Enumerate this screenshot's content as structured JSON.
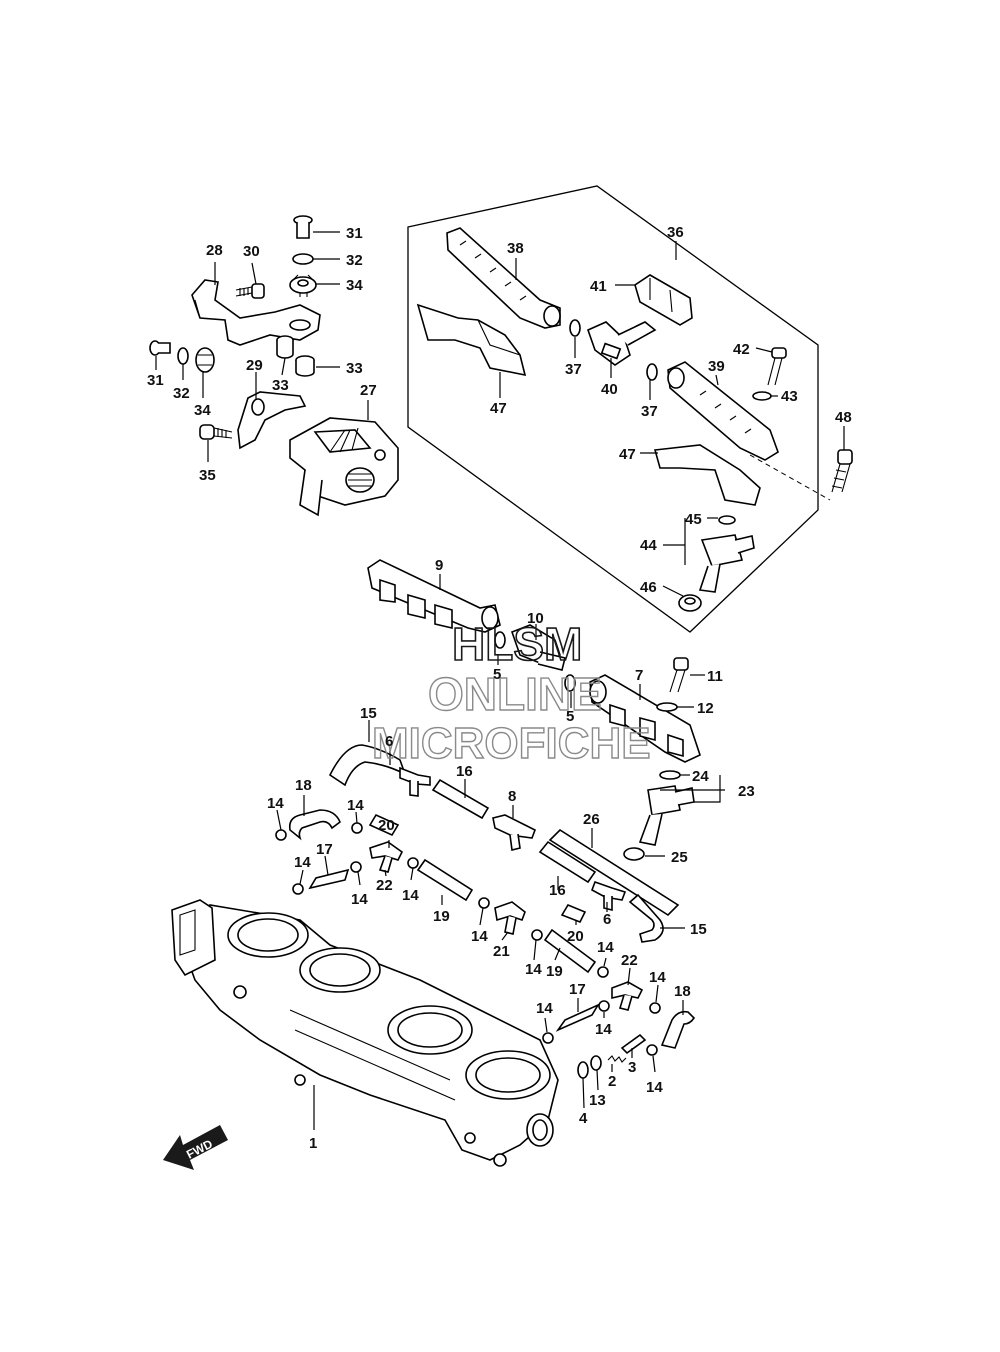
{
  "watermark": {
    "line1": "HLSM",
    "line2": "ONLINE",
    "line3": "MICROFICHE"
  },
  "fwd_label": "FWD",
  "part_labels": [
    {
      "id": "p31a",
      "text": "31"
    },
    {
      "id": "p32a",
      "text": "32"
    },
    {
      "id": "p34a",
      "text": "34"
    },
    {
      "id": "p28",
      "text": "28"
    },
    {
      "id": "p30",
      "text": "30"
    },
    {
      "id": "p31b",
      "text": "31"
    },
    {
      "id": "p32b",
      "text": "32"
    },
    {
      "id": "p34b",
      "text": "34"
    },
    {
      "id": "p29",
      "text": "29"
    },
    {
      "id": "p33a",
      "text": "33"
    },
    {
      "id": "p33b",
      "text": "33"
    },
    {
      "id": "p27",
      "text": "27"
    },
    {
      "id": "p35",
      "text": "35"
    },
    {
      "id": "p36",
      "text": "36"
    },
    {
      "id": "p38",
      "text": "38"
    },
    {
      "id": "p41",
      "text": "41"
    },
    {
      "id": "p42",
      "text": "42"
    },
    {
      "id": "p37a",
      "text": "37"
    },
    {
      "id": "p40",
      "text": "40"
    },
    {
      "id": "p39",
      "text": "39"
    },
    {
      "id": "p43",
      "text": "43"
    },
    {
      "id": "p47a",
      "text": "47"
    },
    {
      "id": "p37b",
      "text": "37"
    },
    {
      "id": "p47b",
      "text": "47"
    },
    {
      "id": "p48",
      "text": "48"
    },
    {
      "id": "p45",
      "text": "45"
    },
    {
      "id": "p44",
      "text": "44"
    },
    {
      "id": "p46",
      "text": "46"
    },
    {
      "id": "p9",
      "text": "9"
    },
    {
      "id": "p10",
      "text": "10"
    },
    {
      "id": "p5a",
      "text": "5"
    },
    {
      "id": "p5b",
      "text": "5"
    },
    {
      "id": "p7",
      "text": "7"
    },
    {
      "id": "p11",
      "text": "11"
    },
    {
      "id": "p12",
      "text": "12"
    },
    {
      "id": "p15a",
      "text": "15"
    },
    {
      "id": "p6a",
      "text": "6"
    },
    {
      "id": "p24",
      "text": "24"
    },
    {
      "id": "p23",
      "text": "23"
    },
    {
      "id": "p16a",
      "text": "16"
    },
    {
      "id": "p18a",
      "text": "18"
    },
    {
      "id": "p14a",
      "text": "14"
    },
    {
      "id": "p14b",
      "text": "14"
    },
    {
      "id": "p8",
      "text": "8"
    },
    {
      "id": "p20a",
      "text": "20"
    },
    {
      "id": "p26",
      "text": "26"
    },
    {
      "id": "p25",
      "text": "25"
    },
    {
      "id": "p14c",
      "text": "14"
    },
    {
      "id": "p17a",
      "text": "17"
    },
    {
      "id": "p22a",
      "text": "22"
    },
    {
      "id": "p14d",
      "text": "14"
    },
    {
      "id": "p14e",
      "text": "14"
    },
    {
      "id": "p16b",
      "text": "16"
    },
    {
      "id": "p19a",
      "text": "19"
    },
    {
      "id": "p6b",
      "text": "6"
    },
    {
      "id": "p15b",
      "text": "15"
    },
    {
      "id": "p14f",
      "text": "14"
    },
    {
      "id": "p20b",
      "text": "20"
    },
    {
      "id": "p21",
      "text": "21"
    },
    {
      "id": "p14g",
      "text": "14"
    },
    {
      "id": "p14h",
      "text": "14"
    },
    {
      "id": "p22b",
      "text": "22"
    },
    {
      "id": "p14i",
      "text": "14"
    },
    {
      "id": "p18b",
      "text": "18"
    },
    {
      "id": "p19b",
      "text": "19"
    },
    {
      "id": "p17b",
      "text": "17"
    },
    {
      "id": "p14j",
      "text": "14"
    },
    {
      "id": "p14k",
      "text": "14"
    },
    {
      "id": "p3",
      "text": "3"
    },
    {
      "id": "p2",
      "text": "2"
    },
    {
      "id": "p14l",
      "text": "14"
    },
    {
      "id": "p13",
      "text": "13"
    },
    {
      "id": "p4",
      "text": "4"
    },
    {
      "id": "p1",
      "text": "1"
    }
  ]
}
